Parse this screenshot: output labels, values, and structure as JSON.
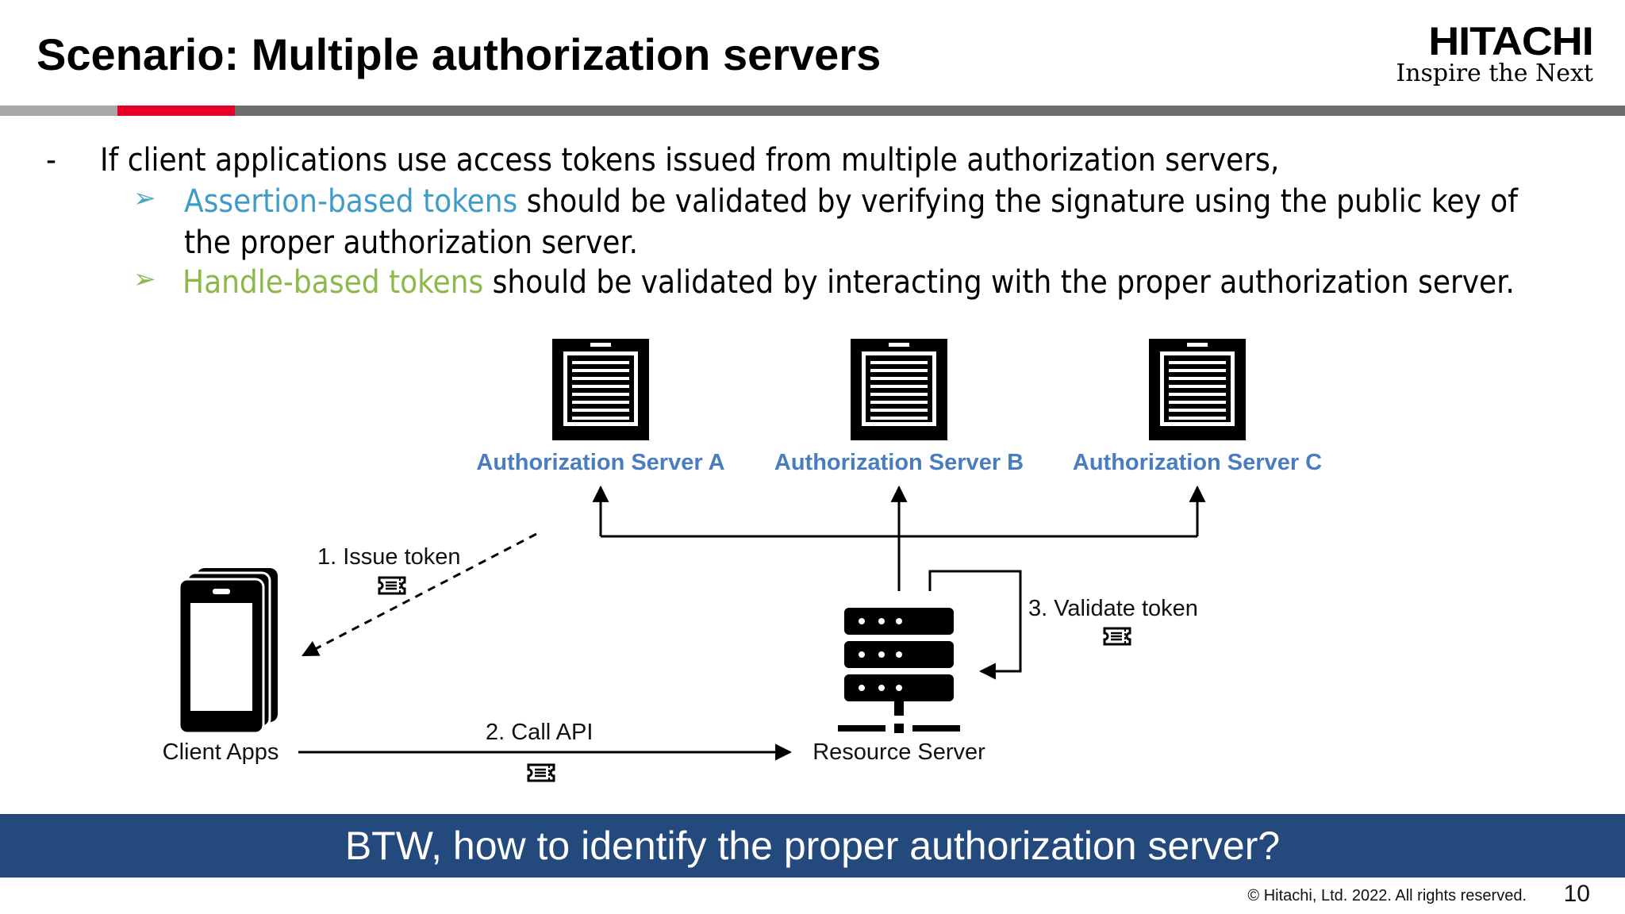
{
  "slide": {
    "title": "Scenario: Multiple authorization servers",
    "logo_word": "HITACHI",
    "logo_tagline": "Inspire the Next",
    "bullet_dash": "-",
    "line1": "If client applications use access tokens issued from multiple authorization servers,",
    "sub1_highlight": "Assertion-based tokens",
    "sub1_rest": " should be validated by verifying the signature using the public key of",
    "sub1_cont": "the proper authorization server.",
    "sub2_highlight": "Handle-based tokens",
    "sub2_rest": " should be validated by interacting with the proper authorization server.",
    "arrow_glyph": "➢",
    "banner": "BTW, how to identify the proper authorization server?",
    "copyright": "© Hitachi, Ltd. 2022. All rights reserved.",
    "page_number": "10"
  },
  "diagram": {
    "server_a": "Authorization Server A",
    "server_b": "Authorization Server B",
    "server_c": "Authorization Server C",
    "step1": "1. Issue token",
    "step2": "2. Call API",
    "step3": "3. Validate token",
    "client": "Client Apps",
    "resource": "Resource Server"
  },
  "colors": {
    "accent_red": "#e60027",
    "banner_blue": "#24497c",
    "server_label_blue": "#4a7cc0",
    "assertion_blue": "#3e9cc6",
    "handle_green": "#8db84a"
  }
}
